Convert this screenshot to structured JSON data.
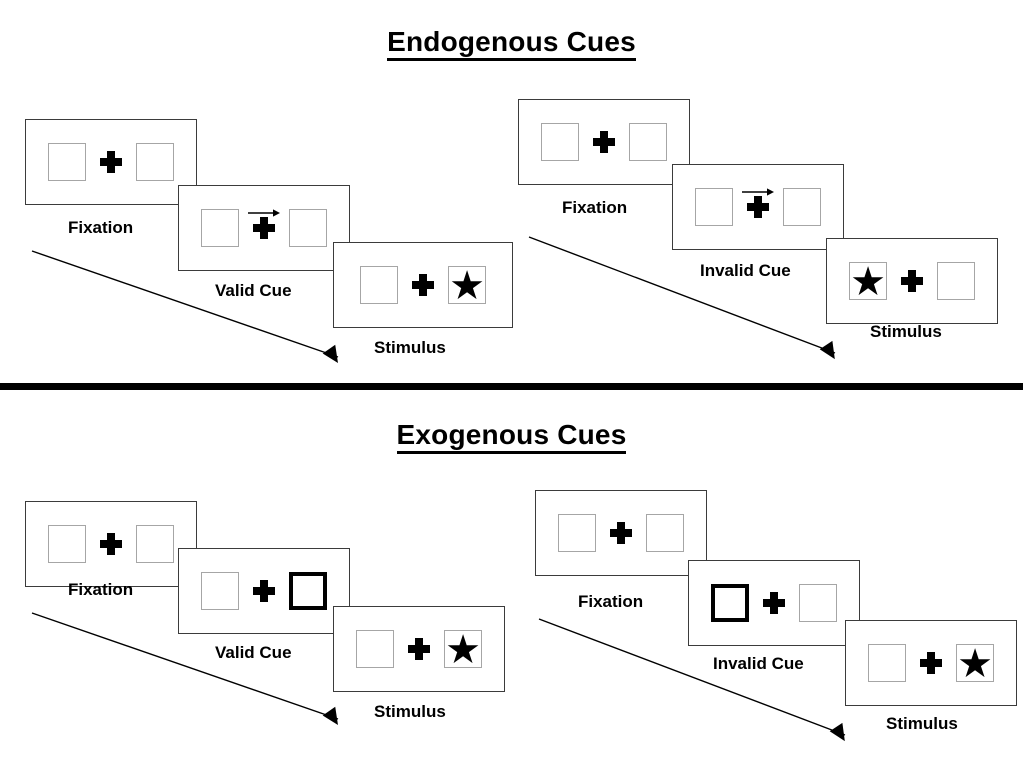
{
  "sections": [
    {
      "title": "Endogenous Cues",
      "sequences": [
        {
          "cue_type": "endogenous",
          "validity": "valid",
          "steps": [
            {
              "label": "Fixation",
              "cue": "none",
              "target_side": "none"
            },
            {
              "label": "Valid Cue",
              "cue": "arrow-right",
              "target_side": "none"
            },
            {
              "label": "Stimulus",
              "cue": "none",
              "target_side": "right"
            }
          ]
        },
        {
          "cue_type": "endogenous",
          "validity": "invalid",
          "steps": [
            {
              "label": "Fixation",
              "cue": "none",
              "target_side": "none"
            },
            {
              "label": "Invalid Cue",
              "cue": "arrow-right",
              "target_side": "none"
            },
            {
              "label": "Stimulus",
              "cue": "none",
              "target_side": "left"
            }
          ]
        }
      ]
    },
    {
      "title": "Exogenous Cues",
      "sequences": [
        {
          "cue_type": "exogenous",
          "validity": "valid",
          "steps": [
            {
              "label": "Fixation",
              "cue": "none",
              "target_side": "none"
            },
            {
              "label": "Valid Cue",
              "cue": "highlight-right",
              "target_side": "none"
            },
            {
              "label": "Stimulus",
              "cue": "none",
              "target_side": "right"
            }
          ]
        },
        {
          "cue_type": "exogenous",
          "validity": "invalid",
          "steps": [
            {
              "label": "Fixation",
              "cue": "none",
              "target_side": "none"
            },
            {
              "label": "Invalid Cue",
              "cue": "highlight-left",
              "target_side": "none"
            },
            {
              "label": "Stimulus",
              "cue": "none",
              "target_side": "right"
            }
          ]
        }
      ]
    }
  ],
  "symbols": {
    "star_glyph": "★",
    "fixation_glyph": "plus-sign",
    "arrow_glyph": "arrow-right"
  },
  "colors": {
    "panel_border": "#3b3b3b",
    "box_border": "#a6a6a6",
    "cue_border": "#000000",
    "text": "#000000",
    "divider": "#000000",
    "background": "#ffffff"
  },
  "labels": {
    "fixation": "Fixation",
    "valid_cue": "Valid Cue",
    "invalid_cue": "Invalid Cue",
    "stimulus": "Stimulus"
  }
}
